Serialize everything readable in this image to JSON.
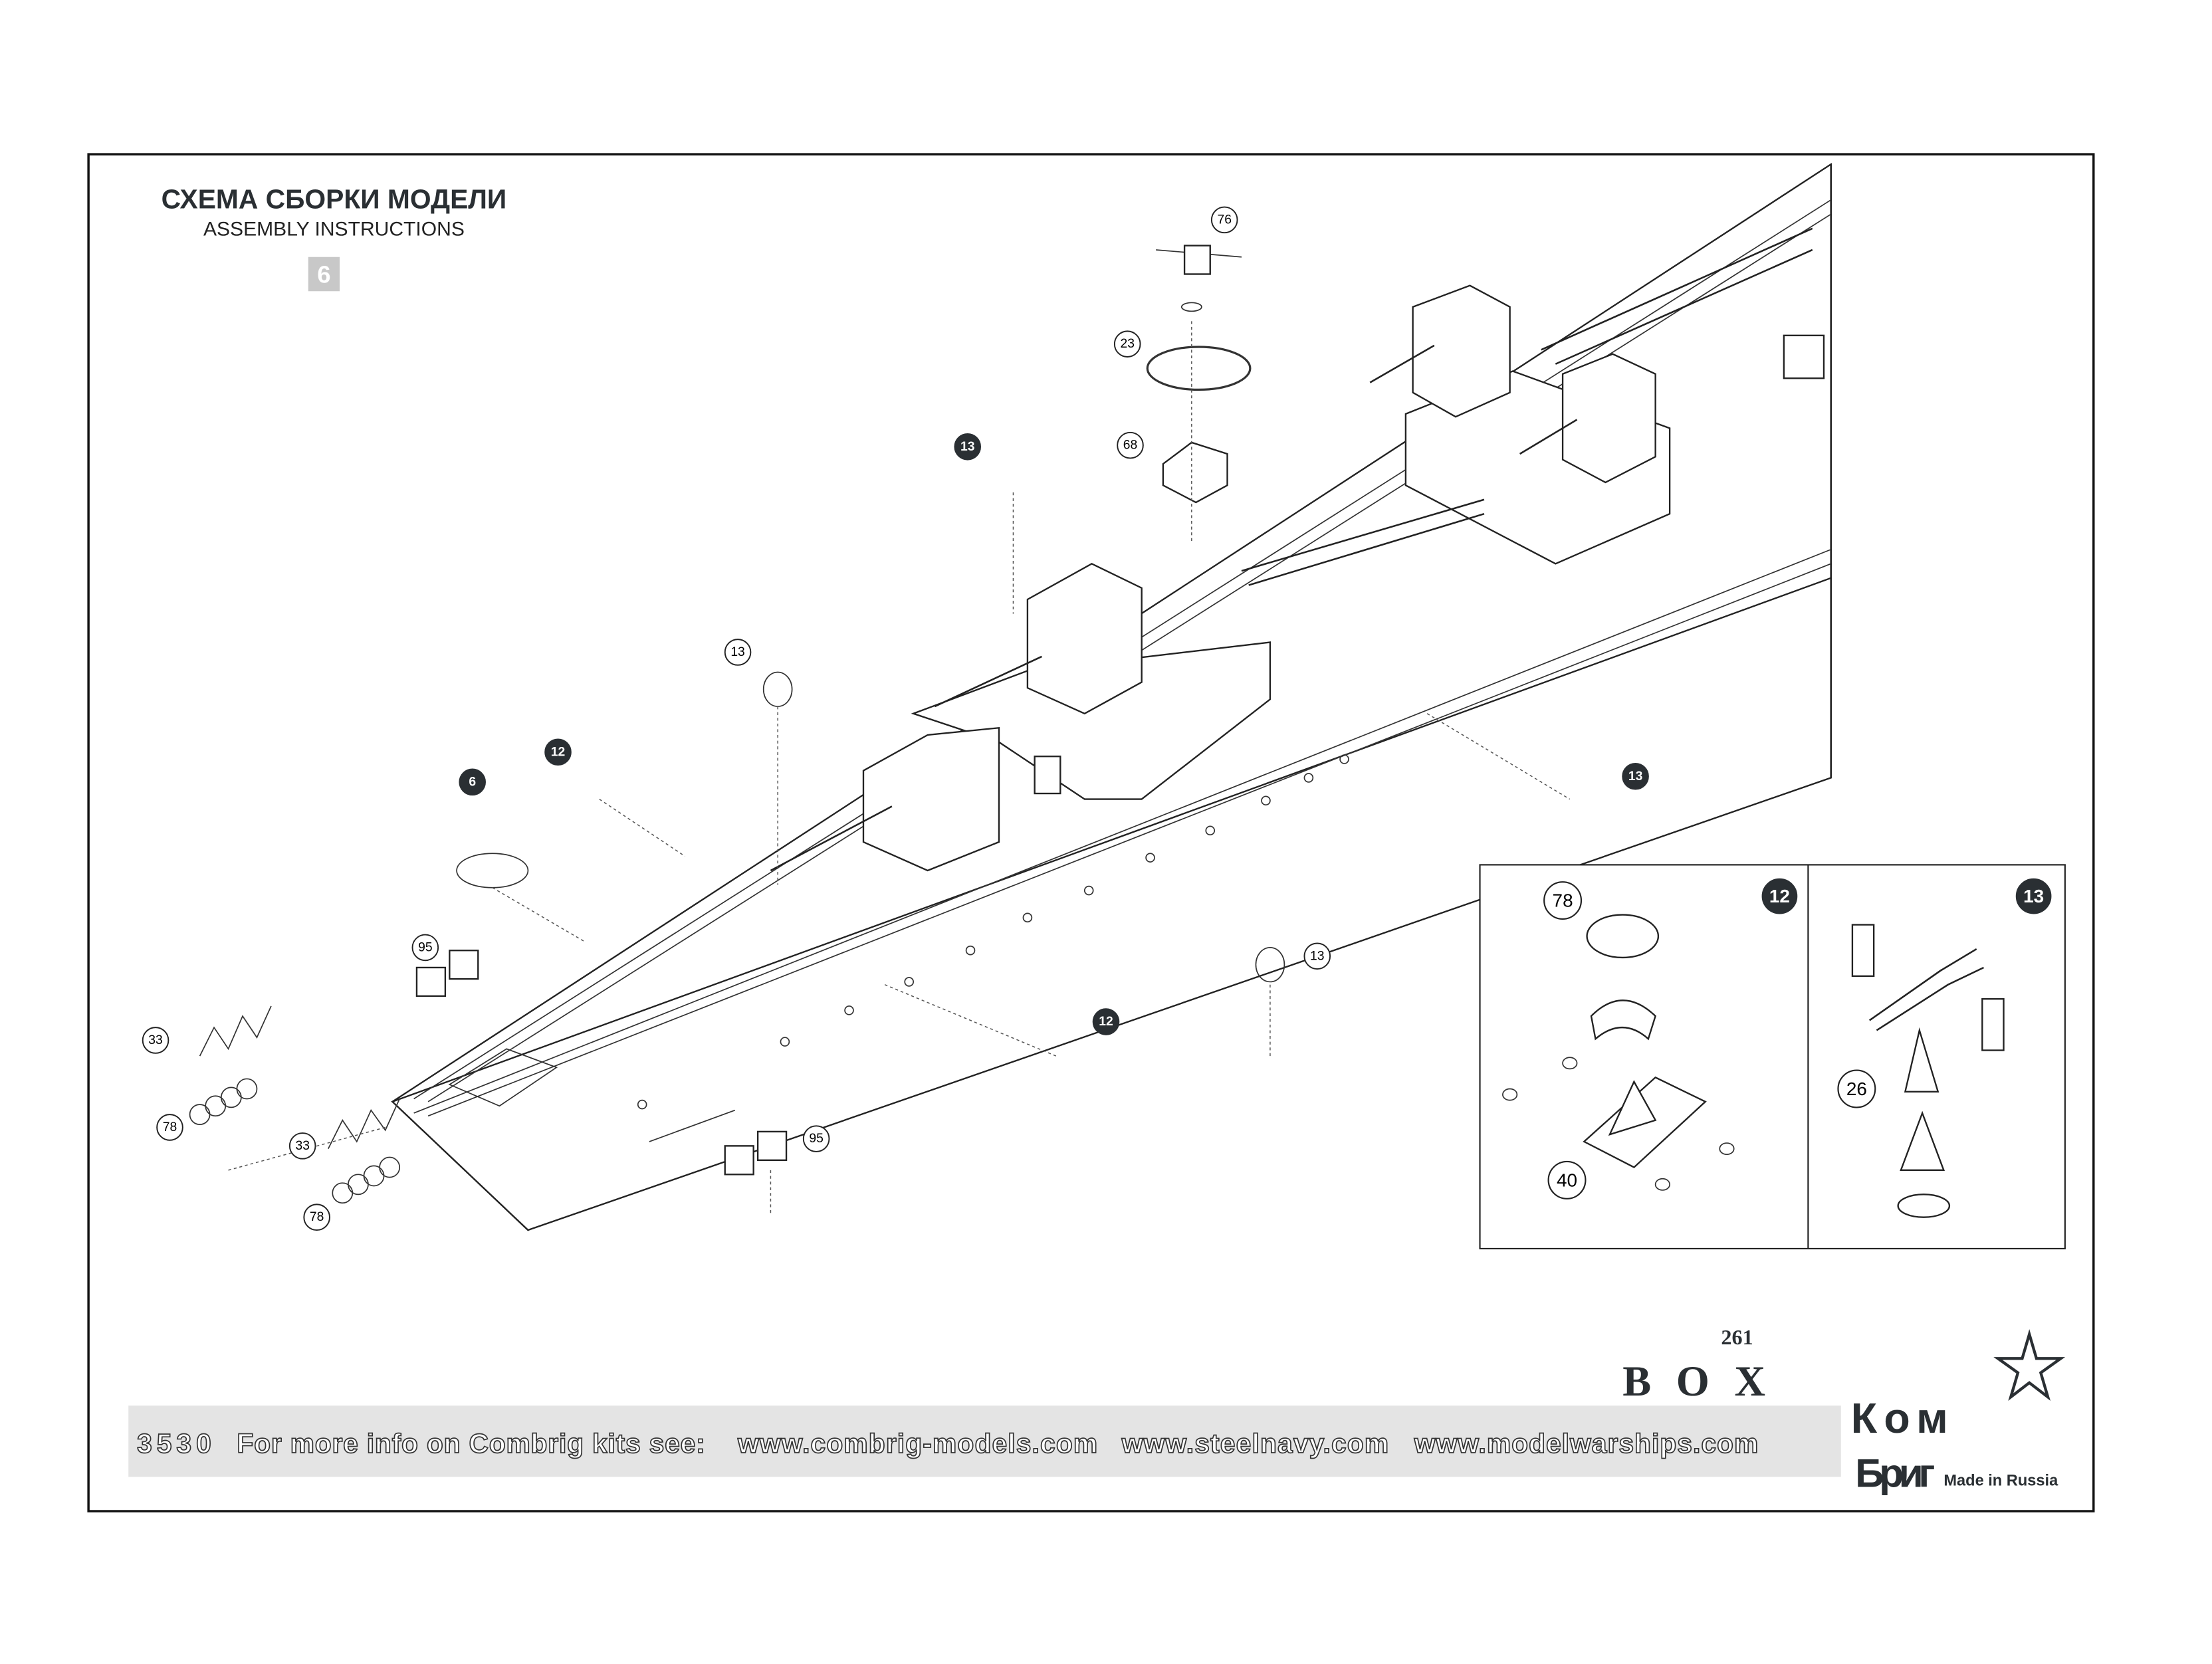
{
  "header": {
    "title_ru": "СХЕМА СБОРКИ МОДЕЛИ",
    "title_en": "ASSEMBLY INSTRUCTIONS",
    "step_number": "6"
  },
  "callouts": [
    {
      "label": "76",
      "dark": false
    },
    {
      "label": "23",
      "dark": false
    },
    {
      "label": "68",
      "dark": false
    },
    {
      "label": "13",
      "dark": true
    },
    {
      "label": "13",
      "dark": false
    },
    {
      "label": "12",
      "dark": true
    },
    {
      "label": "6",
      "dark": true
    },
    {
      "label": "95",
      "dark": false
    },
    {
      "label": "33",
      "dark": false
    },
    {
      "label": "78",
      "dark": false
    },
    {
      "label": "33",
      "dark": false
    },
    {
      "label": "78",
      "dark": false
    },
    {
      "label": "13",
      "dark": true
    },
    {
      "label": "13",
      "dark": false
    },
    {
      "label": "12",
      "dark": true
    },
    {
      "label": "95",
      "dark": false
    }
  ],
  "inset": {
    "left": {
      "title": "12",
      "parts": [
        "78",
        "40"
      ]
    },
    "right": {
      "title": "13",
      "parts": [
        "26"
      ]
    }
  },
  "footer": {
    "kit_number": "3530",
    "info_text": "For more info on Combrig kits see:",
    "links": [
      "www.combrig-models.com",
      "www.steelnavy.com",
      "www.modelwarships.com"
    ],
    "box_label": "BOX",
    "box_number": "261",
    "logo_top": "Ком",
    "logo_bottom": "Бриг",
    "made_in": "Made in Russia"
  },
  "colors": {
    "ink": "#2a2f33",
    "footer_band": "#e4e4e4",
    "step_badge": "#c8c8c8"
  }
}
